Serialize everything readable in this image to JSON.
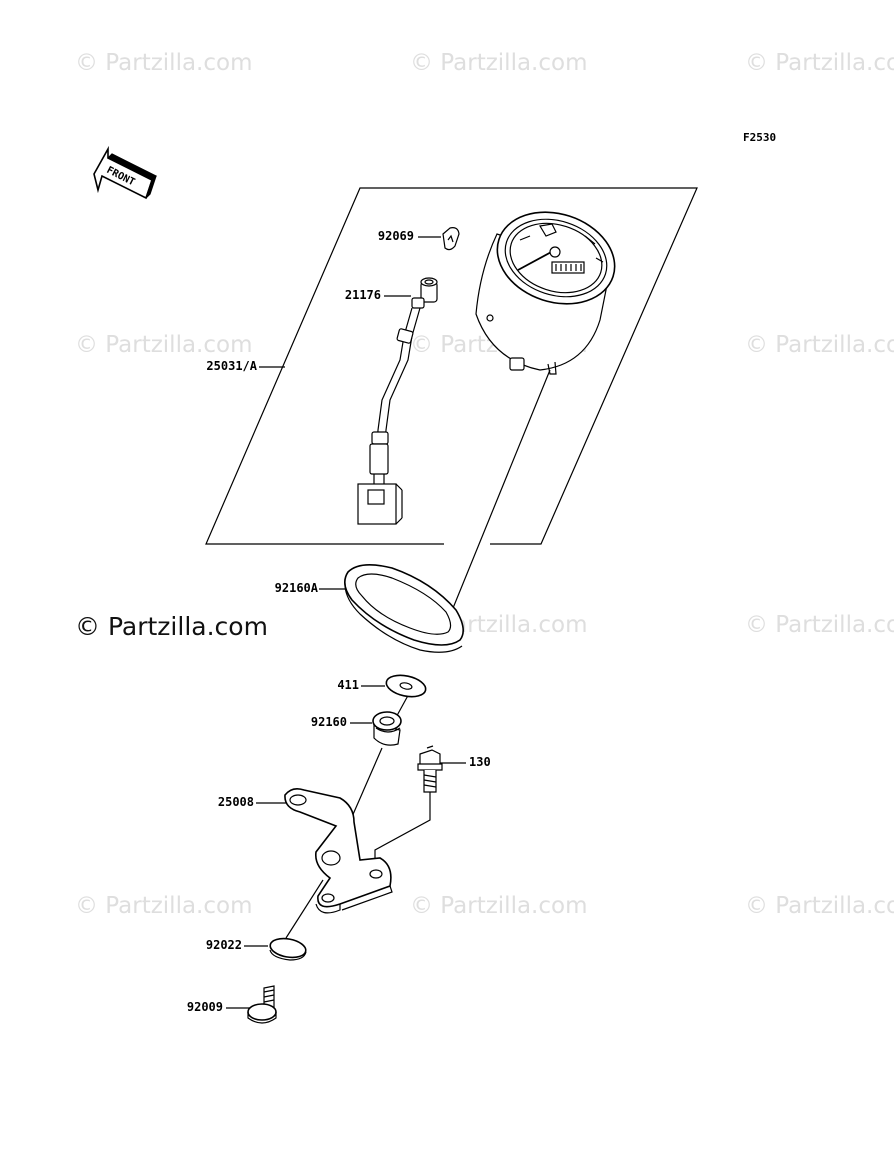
{
  "diagram": {
    "figure_code": "F2530",
    "front_arrow_text": "FRONT",
    "watermark_text": "© Partzilla.com",
    "watermark_prominent": "© Partzilla.com",
    "parts": [
      {
        "id": "p-92069",
        "label": "92069"
      },
      {
        "id": "p-21176",
        "label": "21176"
      },
      {
        "id": "p-25031",
        "label": "25031/A"
      },
      {
        "id": "p-92160a",
        "label": "92160A"
      },
      {
        "id": "p-411",
        "label": "411"
      },
      {
        "id": "p-92160",
        "label": "92160"
      },
      {
        "id": "p-130",
        "label": "130"
      },
      {
        "id": "p-25008",
        "label": "25008"
      },
      {
        "id": "p-92022",
        "label": "92022"
      },
      {
        "id": "p-92009",
        "label": "92009"
      }
    ]
  }
}
